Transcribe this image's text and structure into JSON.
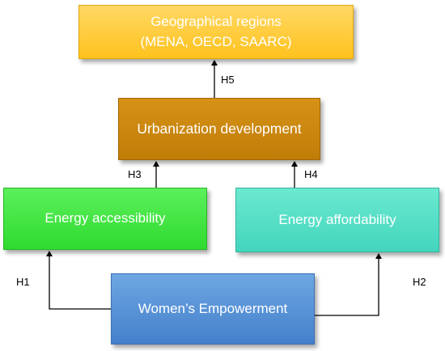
{
  "nodes": {
    "geographical_regions": {
      "line1": "Geographical regions",
      "line2": "(MENA, OECD, SAARC)"
    },
    "urbanization": {
      "label": "Urbanization development"
    },
    "energy_accessibility": {
      "label": "Energy accessibility"
    },
    "energy_affordability": {
      "label": "Energy affordability"
    },
    "womens_empowerment": {
      "label": "Women’s Empowerment"
    }
  },
  "hypotheses": {
    "h1": "H1",
    "h2": "H2",
    "h3": "H3",
    "h4": "H4",
    "h5": "H5"
  }
}
